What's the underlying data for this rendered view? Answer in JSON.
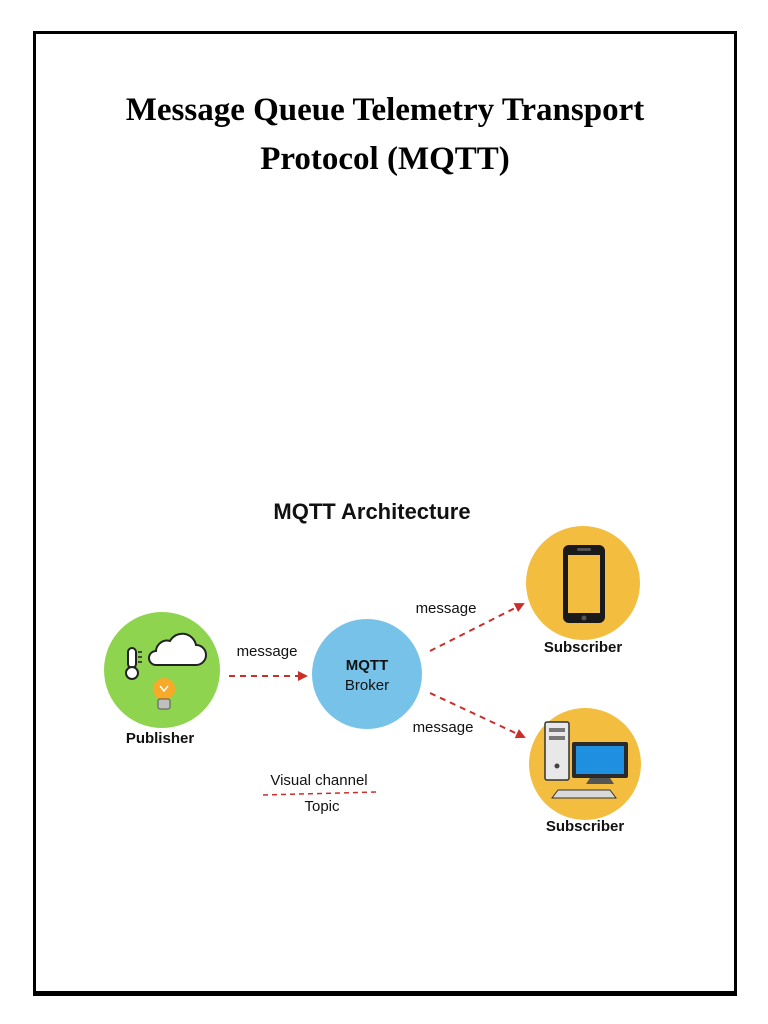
{
  "document": {
    "title_line1": "Message Queue Telemetry Transport",
    "title_line2": "Protocol (MQTT)"
  },
  "diagram": {
    "heading": "MQTT Architecture",
    "publisher": {
      "label": "Publisher",
      "color": "#8fd44f"
    },
    "broker": {
      "line1": "MQTT",
      "line2": "Broker",
      "color": "#76c2e8"
    },
    "subscriber_phone": {
      "label": "Subscriber",
      "color": "#f3bd3f"
    },
    "subscriber_computer": {
      "label": "Subscriber",
      "color": "#f3bd3f"
    },
    "edges": {
      "publisher_to_broker": "message",
      "broker_to_phone": "message",
      "broker_to_computer": "message"
    },
    "legend": {
      "line1": "Visual channel",
      "line2": "Topic"
    },
    "arrow_color": "#c9302c"
  }
}
